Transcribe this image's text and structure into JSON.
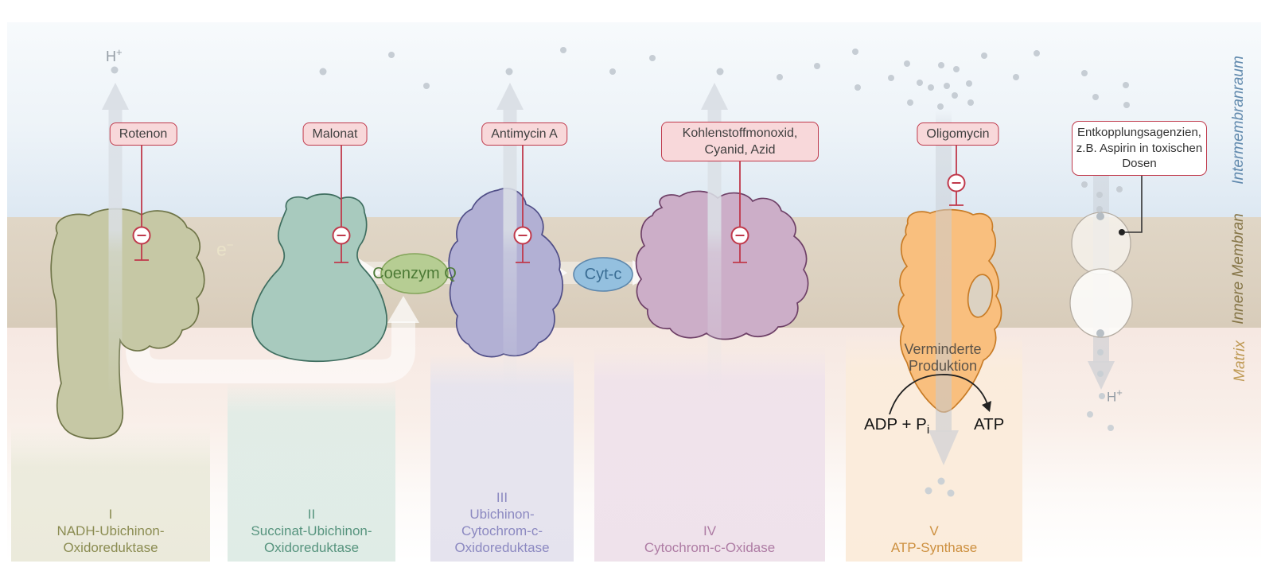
{
  "regions": {
    "intermembrane_label": "Intermembranraum",
    "membrane_label": "Innere Membran",
    "matrix_label": "Matrix"
  },
  "protons": {
    "top_label": "H",
    "top_sup": "+",
    "bottom_label": "H",
    "bottom_sup": "+"
  },
  "electron": {
    "label": "e",
    "sup": "−"
  },
  "inhibitors": {
    "rotenon": "Rotenon",
    "malonat": "Malonat",
    "antimycin": "Antimycin A",
    "co_cyanid_azid": "Kohlenstoffmonoxid, Cyanid, Azid",
    "oligomycin": "Oligomycin",
    "entkopplung": "Entkopplungsagenzien, z.B. Aspirin in toxischen Dosen"
  },
  "carriers": {
    "coenzym_q": "Coenzym Q",
    "cyt_c": "Cyt-c"
  },
  "atp_synthase": {
    "reduced_line1": "Verminderte",
    "reduced_line2": "Produktion",
    "adp": "ADP + P",
    "adp_sub": "i",
    "atp": "ATP"
  },
  "complexes": [
    {
      "numeral": "I",
      "name_lines": [
        "NADH-Ubichinon-",
        "Oxidoreduktase"
      ]
    },
    {
      "numeral": "II",
      "name_lines": [
        "Succinat-Ubichinon-",
        "Oxidoreduktase"
      ]
    },
    {
      "numeral": "III",
      "name_lines": [
        "Ubichinon-",
        "Cytochrom-c-",
        "Oxidoreduktase"
      ]
    },
    {
      "numeral": "IV",
      "name_lines": [
        "Cytochrom-c-Oxidase"
      ]
    },
    {
      "numeral": "V",
      "name_lines": [
        "ATP-Synthase"
      ]
    }
  ],
  "colors": {
    "inhibitor_red": "#c0394b",
    "inhibitor_fill": "#f8d8da",
    "membrane": "#dcd1c0",
    "intermembrane_blue": "#dde8f2",
    "matrix_pink": "#f6e8e2",
    "complex_i": "#c6c8a5",
    "complex_ii": "#a8cabe",
    "complex_iii": "#b2b0d4",
    "complex_iv": "#ccaec8",
    "complex_v": "#f9bf7e",
    "coenzym_q_fill": "#b6cd93",
    "cyt_c_fill": "#94c0df",
    "proton_dot": "#c6cdd4"
  }
}
